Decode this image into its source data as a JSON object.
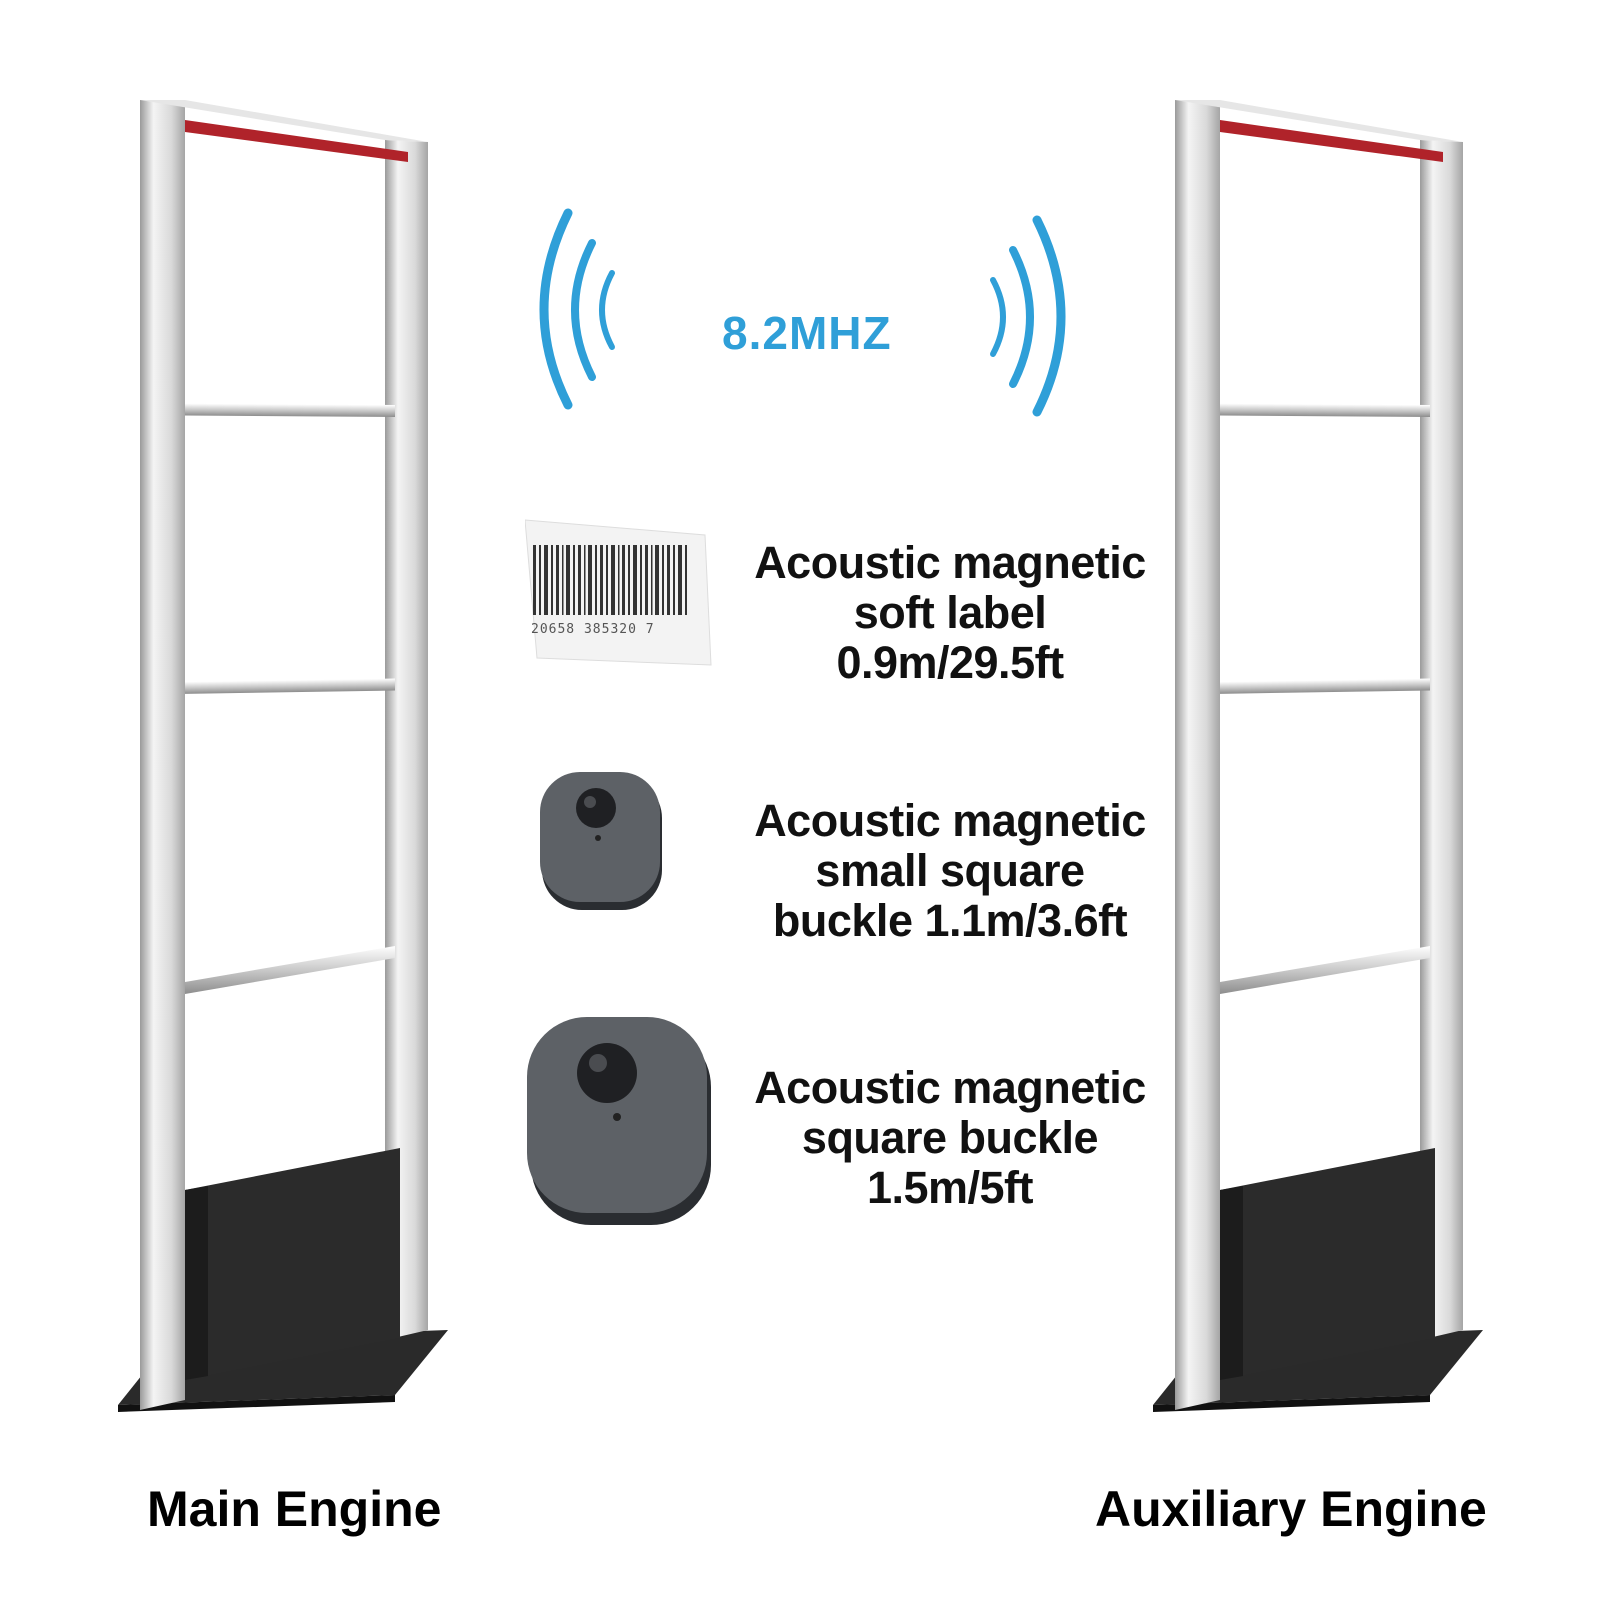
{
  "frequency": {
    "label": "8.2MHZ",
    "color": "#2f9fd8"
  },
  "tags": [
    {
      "name": "soft-label",
      "lines": [
        "Acoustic magnetic",
        "soft label",
        "0.9m/29.5ft"
      ],
      "barcode_number": "20658 385320 7"
    },
    {
      "name": "small-square-buckle",
      "lines": [
        "Acoustic magnetic",
        "small square",
        "buckle 1.1m/3.6ft"
      ]
    },
    {
      "name": "square-buckle",
      "lines": [
        "Acoustic magnetic",
        "square buckle",
        "1.5m/5ft"
      ]
    }
  ],
  "captions": {
    "left": "Main Engine",
    "right": "Auxiliary Engine"
  },
  "colors": {
    "frame": "#d8d8d8",
    "top_strip": "#b0232a",
    "panel": "#2b2b2b",
    "tag": "#5d6166"
  }
}
